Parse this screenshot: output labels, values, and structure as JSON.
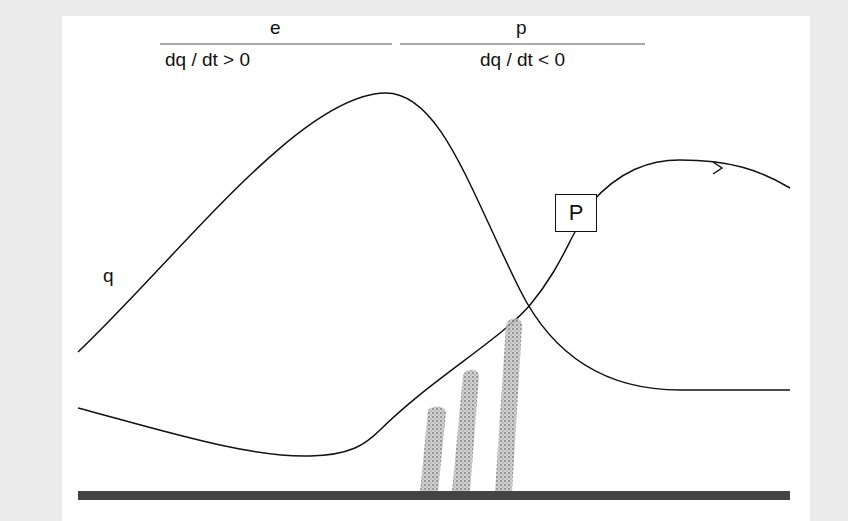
{
  "diagram": {
    "nodes": [
      {
        "text": [
          "P"
        ]
      }
    ],
    "labels": [
      "e",
      "dq / dt > 0",
      "p",
      "dq / dt < 0",
      "q"
    ]
  }
}
